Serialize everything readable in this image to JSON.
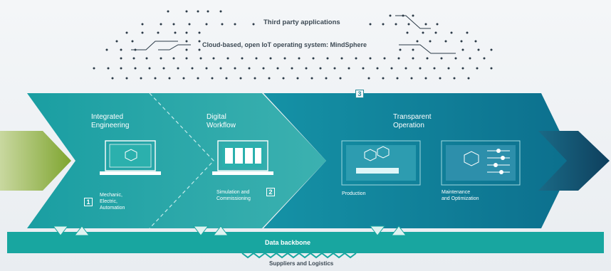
{
  "cloud": {
    "third_party": "Third party applications",
    "iiot_os": "Cloud-based, open IoT operating system: MindSphere"
  },
  "phases": {
    "integrated_engineering": "Integrated\nEngineering",
    "digital_workflow": "Digital\nWorkflow",
    "transparent_operation": "Transparent\nOperation"
  },
  "steps": {
    "mech": {
      "number": "1",
      "label": "Mechanic,\nElectric,\nAutomation"
    },
    "sim": {
      "number": "2",
      "label": "Simulation and\nCommissioning"
    },
    "cloud": {
      "number": "3"
    },
    "production": "Production",
    "maintenance": "Maintenance\nand Optimization"
  },
  "backbone": "Data backbone",
  "suppliers": "Suppliers and Logistics",
  "colors": {
    "teal_dark": "#0f7f8c",
    "teal_mid": "#1a98a4",
    "teal_light": "#4fb7b9",
    "green": "#97b43a",
    "navy": "#13506c"
  }
}
